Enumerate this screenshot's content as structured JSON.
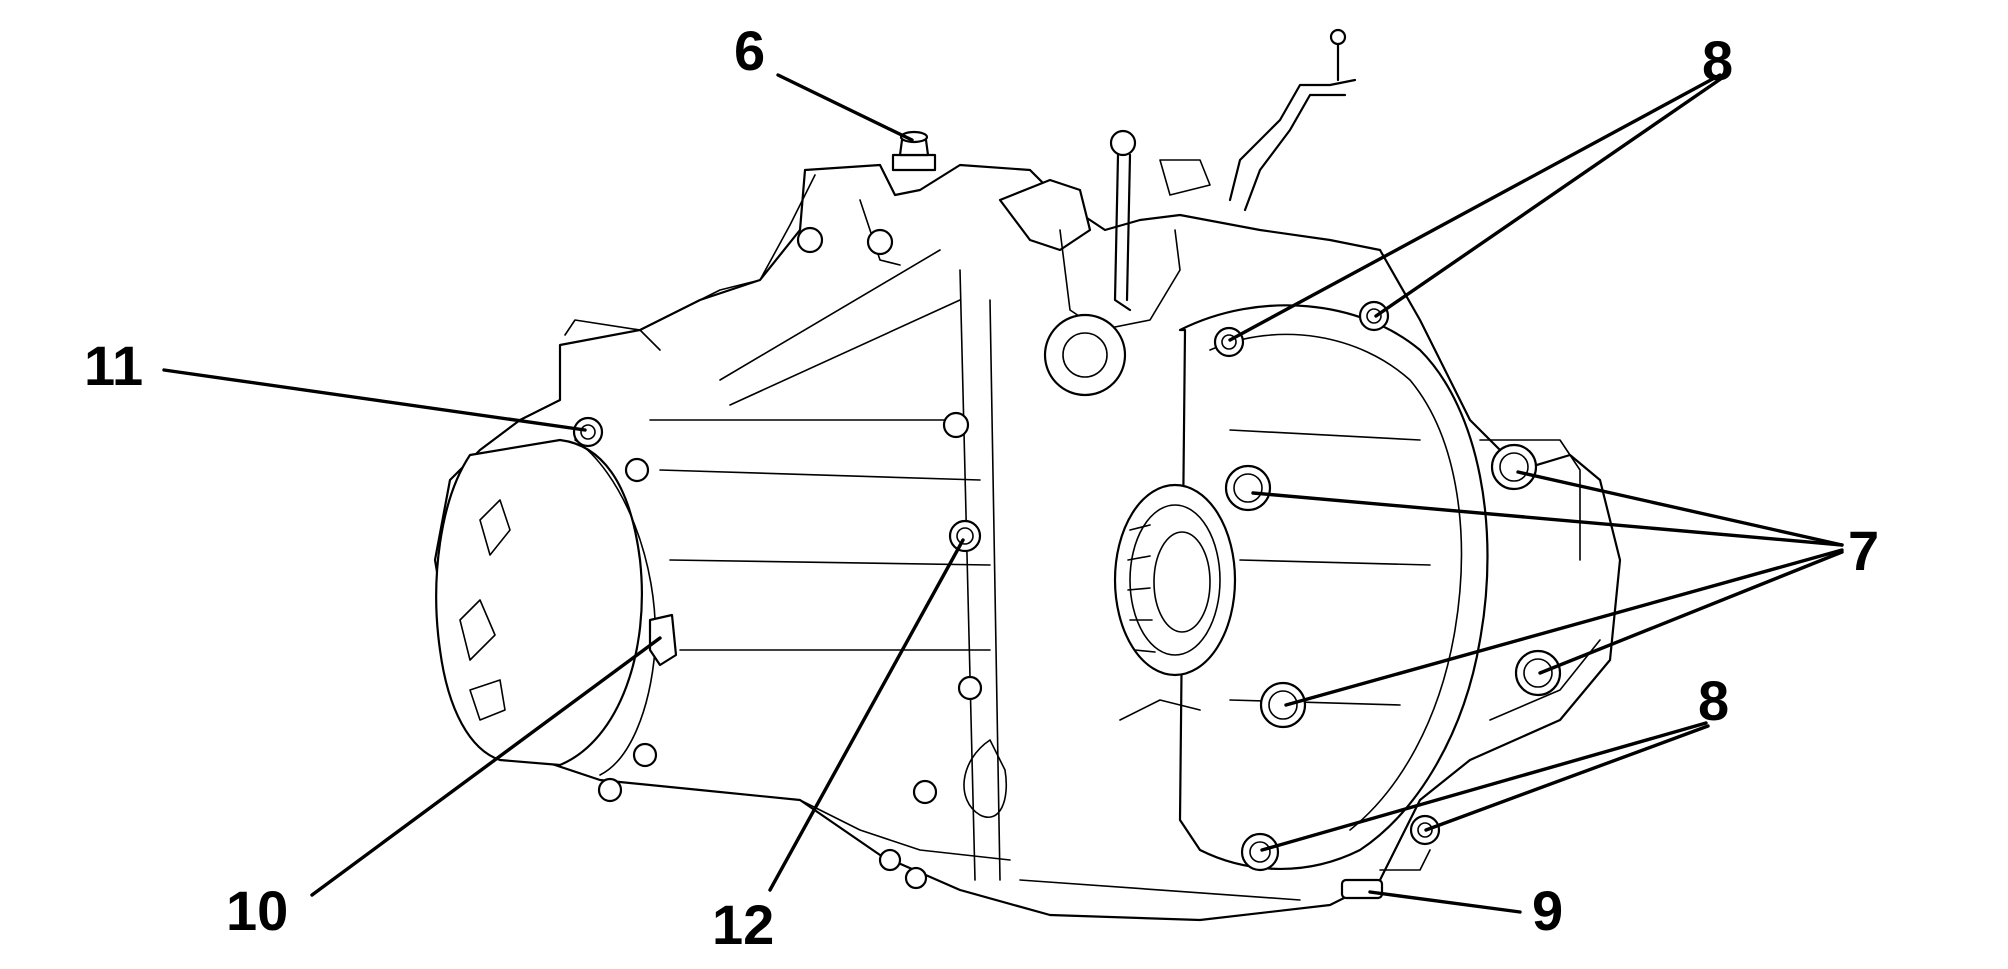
{
  "callouts": {
    "c6": "6",
    "c8_top": "8",
    "c11": "11",
    "c7": "7",
    "c8_bottom": "8",
    "c10": "10",
    "c12": "12",
    "c9": "9"
  },
  "colors": {
    "line": "#000000",
    "background": "#ffffff"
  }
}
